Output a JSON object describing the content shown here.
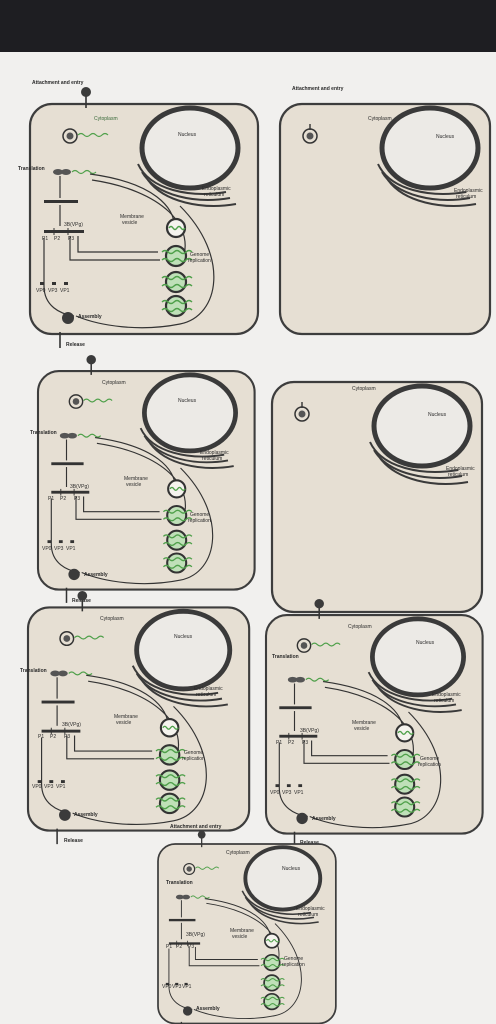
{
  "labels": {
    "attachment": "Attachment and entry",
    "cytoplasm": "Cytoplasm",
    "nucleus": "Nucleus",
    "translation": "Translation",
    "er": "Endoplasmic",
    "er2": "reticulum",
    "membrane": "Membrane",
    "vesicle": "vesicle",
    "genome": "Genome",
    "replication": "replication",
    "polyprotein": "3B(VPg)",
    "p1": "P1",
    "p2": "P2",
    "p3": "P3",
    "vp0": "VP0",
    "vp3": "VP3",
    "vp1": "VP1",
    "assembly": "Assembly",
    "release": "Release"
  },
  "colors": {
    "cell_fill": "#e6dfd3",
    "cell_edge": "#3d3d3d",
    "rna_green": "#4fa04a",
    "screen_bg": "#f1f0ee",
    "bezel": "#1e1e22"
  },
  "panels": [
    {
      "id": "panel-1",
      "layout": "full",
      "show_attachment_label": true
    },
    {
      "id": "panel-2",
      "layout": "blank",
      "show_attachment_label": true
    },
    {
      "id": "panel-3",
      "layout": "full",
      "show_attachment_label": false
    },
    {
      "id": "panel-4",
      "layout": "blank",
      "show_attachment_label": false
    },
    {
      "id": "panel-5",
      "layout": "full",
      "show_attachment_label": false
    },
    {
      "id": "panel-6",
      "layout": "full",
      "show_attachment_label": false
    },
    {
      "id": "panel-7",
      "layout": "full",
      "show_attachment_label": true
    }
  ]
}
